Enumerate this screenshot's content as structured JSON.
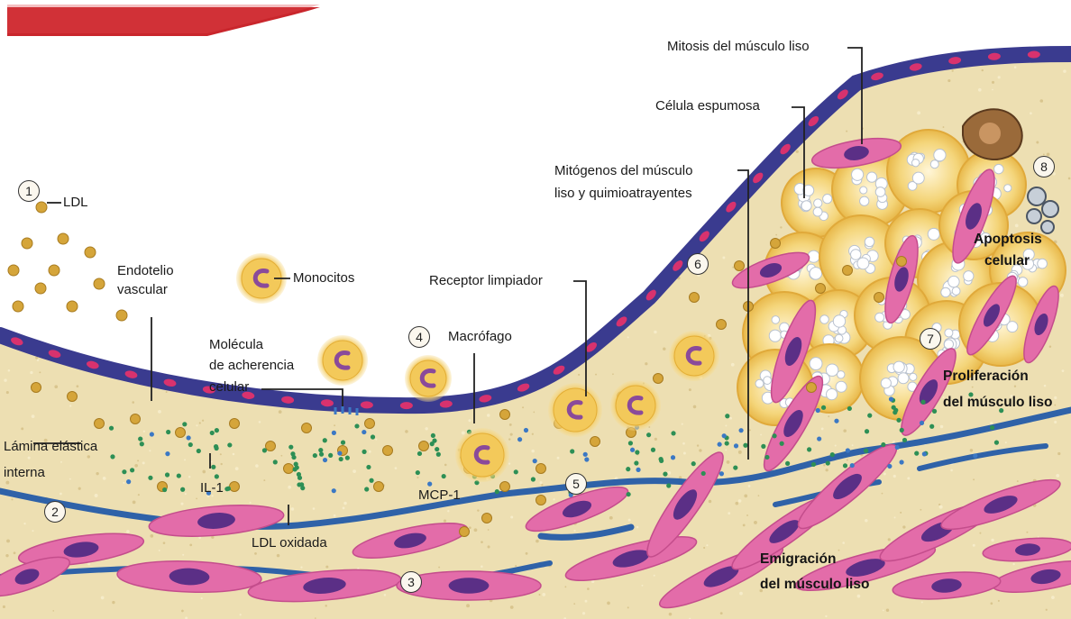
{
  "labels": {
    "ldl": "LDL",
    "endotelio": [
      "Endotelio",
      "vascular"
    ],
    "monocitos": "Monocitos",
    "molecula": [
      "Molécula",
      "de acherencia",
      "celular"
    ],
    "macrofago": "Macrófago",
    "receptor": "Receptor limpiador",
    "mitogenos": [
      "Mitógenos del músculo",
      "liso y quimioatrayentes"
    ],
    "celula_espumosa": "Célula espumosa",
    "mitosis": "Mitosis del músculo liso",
    "apoptosis": [
      "Apoptosis",
      "celular"
    ],
    "proliferacion": [
      "Proliferación",
      "del músculo liso"
    ],
    "lamina": [
      "Lámina elástica",
      "interna"
    ],
    "il1": "IL-1",
    "ldl_oxidada": "LDL oxidada",
    "mcp1": "MCP-1",
    "emigracion": [
      "Emigración",
      "del músculo liso"
    ]
  },
  "steps": [
    "1",
    "2",
    "3",
    "4",
    "5",
    "6",
    "7",
    "8"
  ],
  "colors": {
    "tissue": "#eddfb2",
    "endothelium": "#3a3b8f",
    "endo_nucleus": "#d8326e",
    "smooth_muscle": "#e36ca9",
    "muscle_nucleus": "#5b2f86",
    "elastic_lamina": "#2f62a8",
    "ldl_particle": "#d5a53a",
    "chemokine_dot": "#2d8f55",
    "foam_cell": "#f4d57a",
    "accent_red": "#c9262c"
  }
}
